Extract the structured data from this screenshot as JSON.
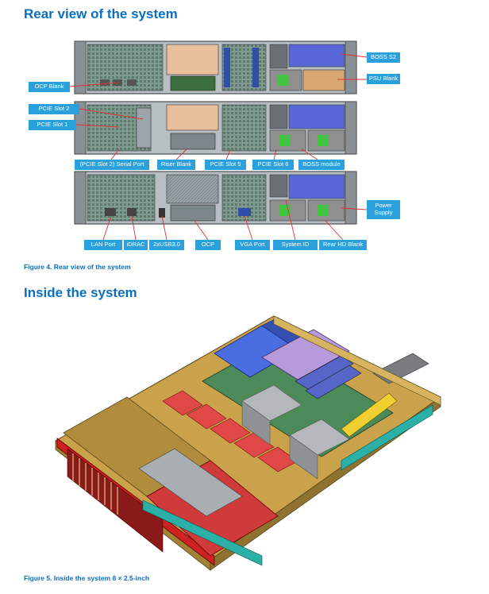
{
  "section1": {
    "title": "Rear view of the system",
    "caption": "Figure 4. Rear view of the system"
  },
  "section2": {
    "title": "Inside the system",
    "caption": "Figure 5. Inside the system 8 × 2.5-inch"
  },
  "callouts": {
    "boss_s2": "BOSS S2",
    "psu_blank": "PSU Blank",
    "ocp_blank": "OCP Blank",
    "pcie_slot_2": "PCIE Slot 2",
    "pcie_slot_1": "PCIE Slot 1",
    "serial_port": "(PCIE Slot 2) Serial Port",
    "riser_blank": "Riser Blank",
    "pcie_slot_5": "PCIE Slot 5",
    "pcie_slot_6": "PCIE Slot 6",
    "boss_module": "BOSS module",
    "power_supply_1": "Power",
    "power_supply_2": "Supply",
    "lan_port": "LAN Port",
    "idrac": "iDRAC",
    "usb": "2xUSB3.0",
    "ocp": "OCP",
    "vga_port": "VGA Port",
    "system_id": "System  ID",
    "rear_hd_blank": "Rear HD Blank"
  },
  "colors": {
    "heading": "#0a6fc0",
    "callout": "#2aa0dc",
    "leader": "#e03030"
  }
}
